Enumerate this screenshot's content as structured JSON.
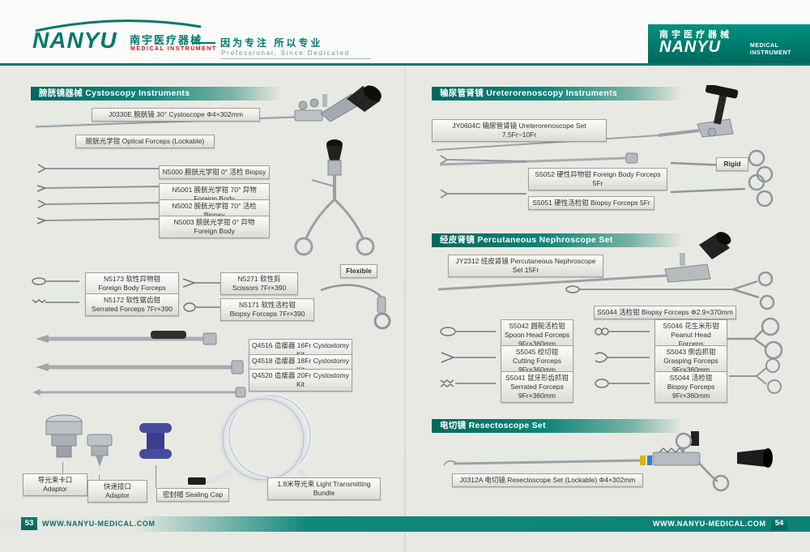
{
  "header": {
    "brand": "NANYU",
    "brand_cn": "南宇医疗器械",
    "brand_sub": "MEDICAL  INSTRUMENT",
    "slogan_cn": "因为专注 所以专业",
    "slogan_en": "Professional, Since Dedicated",
    "corner_cn": "南宇医疗器械",
    "corner_brand": "NANYU",
    "corner_sub1": "MEDICAL",
    "corner_sub2": "INSTRUMENT"
  },
  "left_page": {
    "section_title": "膀胱镜器械  Cystoscopy Instruments",
    "cystoscope": "J0330E 膀胱镜 30°  Cystoscope  Φ4×302mm",
    "optical_forceps": "膀胱光学钳 Optical Forceps (Lockable)",
    "n5000": "N5000 膀胱光学钳  0°  活检 Biopsy",
    "n5001": "N5001 膀胱光学钳 70°  异物 Foreign Body",
    "n5002": "N5002 膀胱光学钳 70°  活检 Biopsy",
    "n5003": "N5003 膀胱光学钳  0°  异物 Foreign Body",
    "flexible_tag": "Flexible",
    "n5173": "N5173 软性异物钳\nForeign Body Forceps 7Fr×390",
    "n5271": "N5271 软性剪\nScissors 7Fr×390",
    "n5172": "N5172 软性锯齿钳\nSerrated Forceps 7Fr×390",
    "n5171": "N5171 软性活检钳\nBiopsy Forceps 7Fr×390",
    "q4516": "Q4516 造瘘器 16Fr Cystostomy Kit",
    "q4518": "Q4518 造瘘器 18Fr Cystostomy Kit",
    "q4520": "Q4520 造瘘器 20Fr Cystostomy Kit",
    "adaptor_bayonet": "导光束卡口 Adaptor",
    "adaptor_quick": "快速接口 Adaptor",
    "sealing_cap": "密封帽 Sealing Cap",
    "light_bundle": "1.8米导光束  Light Transmitting Bundle"
  },
  "right_page": {
    "section1_title": "输尿管肾镜 Ureterorenoscopy Instruments",
    "jy0604c": "JY0604C 输尿管肾镜 Ureterorenoscope Set 7.5Fr~10Fr",
    "rigid_tag": "Rigid",
    "s5052": "S5052 硬性异物钳 Foreign Body Forceps 5Fr",
    "s5051": "S5051 硬性活检钳 Biopsy Forceps 5Fr",
    "section2_title": "经皮肾镜 Percutaneous Nephroscope Set",
    "jy2312": "JY2312 经皮肾镜 Percutaneous Nephroscope Set 15Fr",
    "s5044_long": "S5044 活检钳 Biopsy Forceps Φ2.9×370mm",
    "s5042": "S5042 圆碗活检钳\nSpoon Head Forceps\n9Fr×360mm",
    "s5046": "S5046 花生米形钳\nPeanut Head Forceps\n9Fr×360mm",
    "s5045": "S5045 绞切钳\nCutting Forceps\n9Fr×360mm",
    "s5043": "S5043 侧齿抓钳\nGrasping Forceps\n9Fr×360mm",
    "s5041": "S5041 鼠牙形齿抓钳\nSerrated Forceps\n9Fr×360mm",
    "s5044_short": "S5044 活检钳\nBiopsy Forceps\n9Fr×360mm",
    "section3_title": "电切镜  Resectoscope Set",
    "j0312a": "J0312A 电切镜 Resectoscope Set (Lockable)  Φ4×302mm"
  },
  "footer": {
    "page_left": "53",
    "url_left": "WWW.NANYU-MEDICAL.COM",
    "url_right": "WWW.NANYU-MEDICAL.COM",
    "page_right": "54"
  },
  "colors": {
    "accent_teal": "#00796c",
    "dark_teal": "#00645a",
    "brand_red": "#c8161d"
  }
}
